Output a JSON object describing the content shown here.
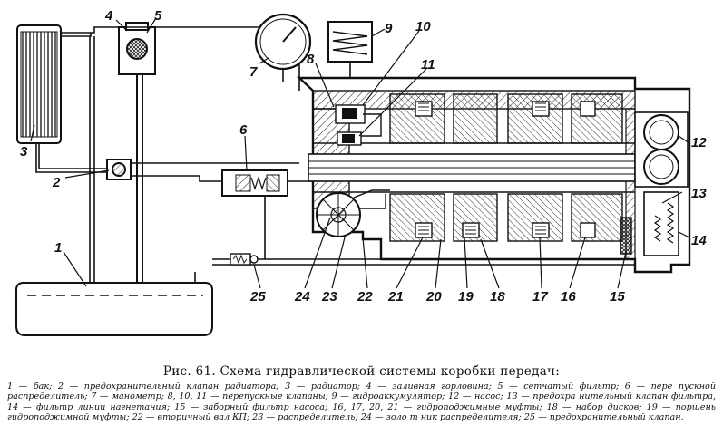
{
  "figure": {
    "caption_title": "Рис. 61. Схема гидравлической системы коробки передач:",
    "caption_body": "1 — бак; 2 — предохранительный клапан радиатора; 3 — радиатор; 4 — заливная горловина; 5 — сетчатый фильтр; 6 — пере пускной распределитель; 7 — манометр; 8, 10, 11 — перепускные клапаны; 9 — гидроаккумулятор; 12 — насос; 13 — предохра нительный клапан фильтра, 14 — фильтр линии нагнетания; 15 — заборный фильтр насоса; 16, 17, 20, 21 — гидроподжимные муфты; 18 — набор дисков; 19 — поршень гидроподжимной муфты; 22 — вторичный вал КП; 23 — распределитель; 24 — золо т ник распределителя; 25 — предохранительный клапан."
  },
  "callouts": [
    "1",
    "2",
    "3",
    "4",
    "5",
    "6",
    "7",
    "8",
    "9",
    "10",
    "11",
    "12",
    "13",
    "14",
    "15",
    "16",
    "17",
    "18",
    "19",
    "20",
    "21",
    "22",
    "23",
    "24",
    "25"
  ],
  "colors": {
    "ink": "#111111",
    "paper": "#ffffff",
    "hatch": "#555555"
  }
}
